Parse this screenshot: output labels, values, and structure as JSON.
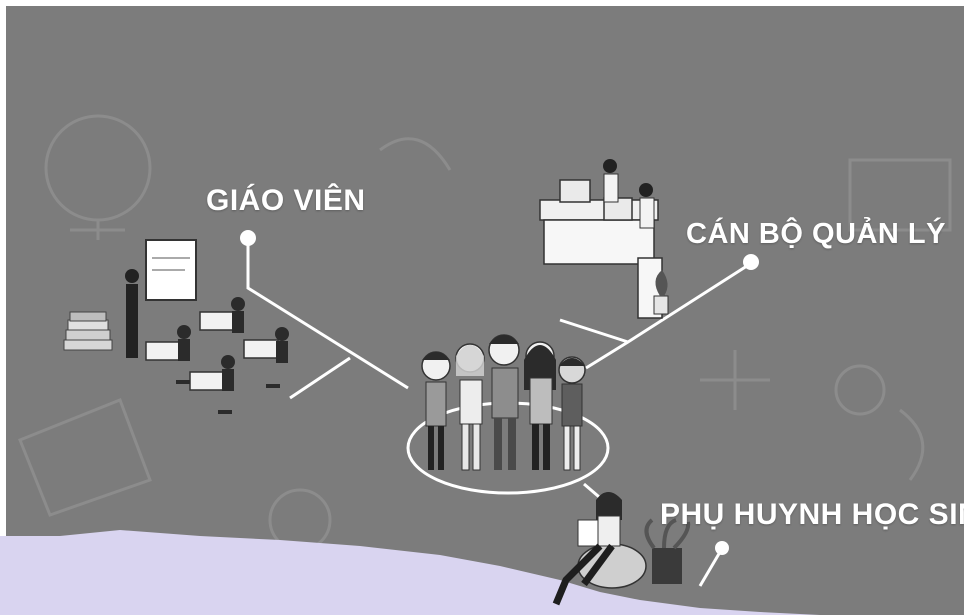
{
  "labels": {
    "teacher": "GIÁO VIÊN",
    "manager": "CÁN BỘ QUẢN LÝ",
    "parent": "PHỤ HUYNH HỌC SIN"
  },
  "colors": {
    "background": "#7c7c7c",
    "lines": "#ffffff",
    "paper": "#d9d4f0",
    "figure_dark": "#2a2a2a",
    "figure_light": "#e8e8e8"
  },
  "icons": [
    "teacher-classroom-icon",
    "manager-office-icon",
    "students-group-icon",
    "parent-reading-icon",
    "books-stack-icon"
  ]
}
